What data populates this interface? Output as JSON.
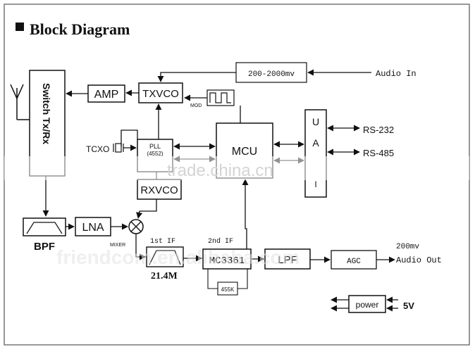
{
  "title": "Block Diagram",
  "blocks": {
    "switch": "Switch Tx/Rx",
    "amp": "AMP",
    "txvco": "TXVCO",
    "audio_filter": "200-2000mv",
    "mod": "MOD",
    "tcxo": "TCXO",
    "pll": "PLL",
    "pll_sub": "(4552)",
    "mcu": "MCU",
    "uart_u": "U",
    "uart_a": "A",
    "uart_i": "I",
    "rxvco": "RXVCO",
    "bpf": "BPF",
    "lna": "LNA",
    "mixer": "MIXER",
    "first_if": "1st IF",
    "first_if_freq": "21.4M",
    "second_if": "2nd IF",
    "mc3361": "MC3361",
    "xtal_455k": "455K",
    "lpf": "LPF",
    "agc": "AGC",
    "power": "power"
  },
  "labels": {
    "audio_in": "Audio In",
    "rs232": "RS-232",
    "rs485": "RS-485",
    "audio_out_level": "200mv",
    "audio_out": "Audio Out",
    "five_v": "5V"
  },
  "watermarks": {
    "top": "trade.china.cn",
    "bottom": "friendcom.en.alibaba.com"
  }
}
